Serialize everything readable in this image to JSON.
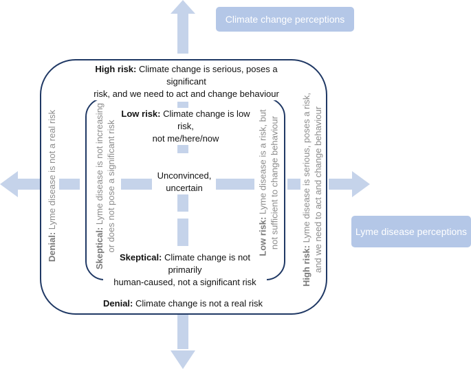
{
  "axes": {
    "climate": {
      "label": "Climate change perceptions"
    },
    "lyme": {
      "label": "Lyme disease perceptions"
    }
  },
  "climate_labels": {
    "high": {
      "bold": "High risk:",
      "line1_rest": " Climate change is serious, poses a significant",
      "line2": "risk, and we need to act and change behaviour"
    },
    "low": {
      "bold": "Low risk:",
      "line1_rest": " Climate change is low risk,",
      "line2": "not me/here/now"
    },
    "skeptical": {
      "bold": "Skeptical:",
      "line1_rest": " Climate change is not primarily",
      "line2": "human-caused, not a significant risk"
    },
    "denial": {
      "bold": "Denial:",
      "line1_rest": " Climate change is not a real risk"
    }
  },
  "center": {
    "line1": "Unconvinced,",
    "line2": "uncertain"
  },
  "lyme_labels": {
    "denial": {
      "bold": "Denial:",
      "line1_rest": " Lyme disease is not a real risk"
    },
    "skeptical": {
      "bold": "Skeptical:",
      "line1_rest": " Lyme disease is not increasing",
      "line2": "or does not pose a significant risk"
    },
    "low": {
      "bold": "Low risk:",
      "line1_rest": " Lyme disease is a risk, but",
      "line2": "not sufficient to change behaviour"
    },
    "high": {
      "bold": "High risk:",
      "line1_rest": " Lyme disease is serious, poses a risk,",
      "line2": "and we need to act and change behaviour"
    }
  },
  "colors": {
    "arrow": "#c5d3ea",
    "box_border": "#1f3864",
    "tag_bg": "#b4c7e7",
    "grey_text": "#8c8c8c"
  }
}
